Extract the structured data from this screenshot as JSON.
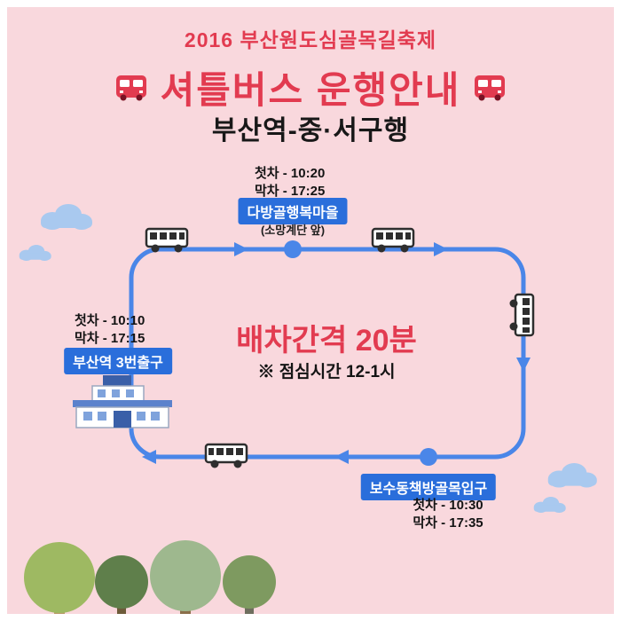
{
  "colors": {
    "poster_bg": "#f9d8dd",
    "red": "#e23b50",
    "route_blue": "#4a86e8",
    "badge_blue": "#2a6edb",
    "cloud_blue": "#a9c9ef"
  },
  "header": {
    "festival_title": "2016 부산원도심골목길축제",
    "main_title": "셔틀버스 운행안내",
    "subtitle": "부산역-중·서구행"
  },
  "center": {
    "interval": "배차간격 20분",
    "lunch_note": "※ 점심시간 12-1시"
  },
  "stops": {
    "top": {
      "name": "다방골행복마을",
      "note": "(소망계단 앞)",
      "first": "첫차 - 10:20",
      "last": "막차 - 17:25"
    },
    "station": {
      "name": "부산역 3번출구",
      "first": "첫차 - 10:10",
      "last": "막차 - 17:15"
    },
    "bottom": {
      "name": "보수동책방골목입구",
      "first": "첫차 - 10:30",
      "last": "막차 - 17:35"
    }
  },
  "icons": {
    "title_left": "bus-icon",
    "title_right": "bus-icon",
    "route_vehicles": "bus-icon",
    "decorations": [
      "cloud-icon",
      "tree-icon",
      "station-building-icon"
    ]
  }
}
